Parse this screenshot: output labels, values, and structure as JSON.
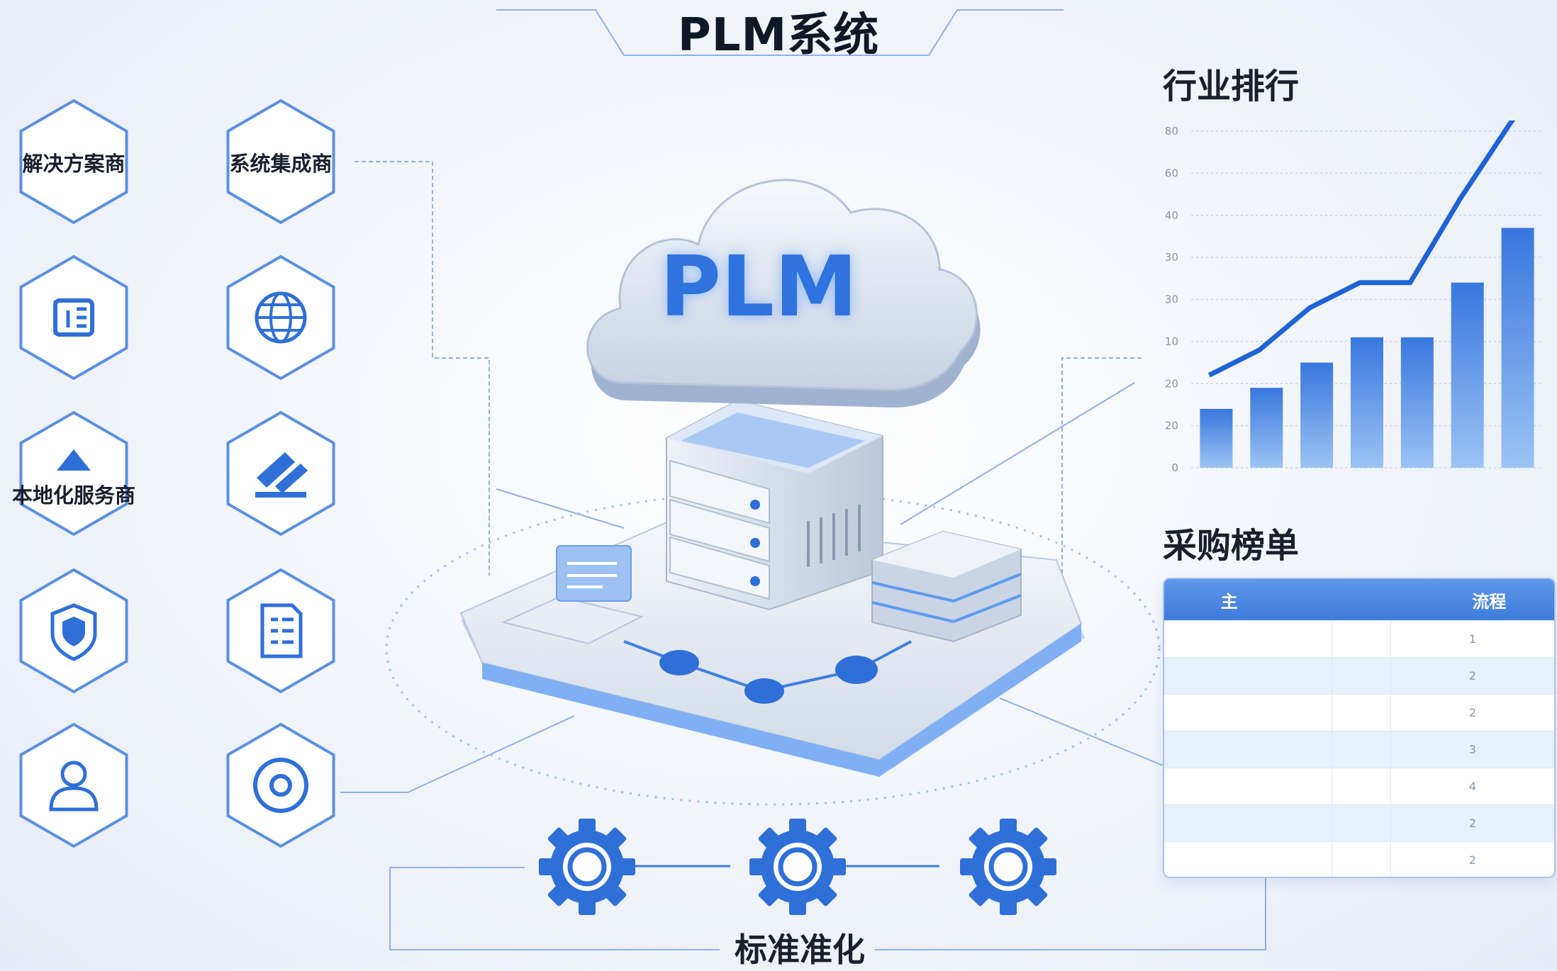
{
  "header": {
    "title": "PLM系统"
  },
  "left_panel": {
    "hexagons": [
      {
        "label": "解决方案商",
        "icon": ""
      },
      {
        "label": "系统集成商",
        "icon": ""
      },
      {
        "label": "",
        "icon": "document-box-icon"
      },
      {
        "label": "",
        "icon": "globe-icon"
      },
      {
        "label": "本地化服务商",
        "icon": "triangle-icon"
      },
      {
        "label": "",
        "icon": "edit-pencil-icon"
      },
      {
        "label": "",
        "icon": "shield-icon"
      },
      {
        "label": "",
        "icon": "list-document-icon"
      },
      {
        "label": "",
        "icon": "user-icon"
      },
      {
        "label": "",
        "icon": "target-icon"
      }
    ]
  },
  "center": {
    "cloud_label": "PLM",
    "bottom_label": "标准准化",
    "gear_icons": [
      "gear-icon",
      "gear-icon",
      "gear-icon"
    ]
  },
  "right_panel": {
    "ranking_title": "行业排行",
    "purchase_title": "采购榜单",
    "table": {
      "headers": [
        "主​",
        "​",
        "流程"
      ],
      "rows": [
        [
          "",
          "",
          "1"
        ],
        [
          "",
          "",
          "2"
        ],
        [
          "",
          "",
          "2"
        ],
        [
          "",
          "",
          "3"
        ],
        [
          "",
          "",
          "4"
        ],
        [
          "",
          "",
          "2"
        ],
        [
          "",
          "",
          "2"
        ]
      ]
    }
  },
  "chart_data": {
    "type": "bar",
    "title": "行业排行",
    "y_ticks": [
      "0",
      "20",
      "20",
      "10",
      "30",
      "30",
      "40",
      "60",
      "80"
    ],
    "categories": [
      "",
      "",
      "",
      "",
      "",
      "",
      ""
    ],
    "values": [
      14,
      19,
      25,
      31,
      31,
      44,
      57
    ],
    "trend_line": [
      22,
      28,
      38,
      44,
      44,
      64,
      82
    ],
    "ylim": [
      0,
      80
    ],
    "colors": {
      "bar": "#3d7fe0",
      "trend": "#1f63d6"
    }
  },
  "colors": {
    "accent": "#2f6fd8",
    "hex_border": "#5b8fe3",
    "text_dark": "#1a1f2b"
  }
}
